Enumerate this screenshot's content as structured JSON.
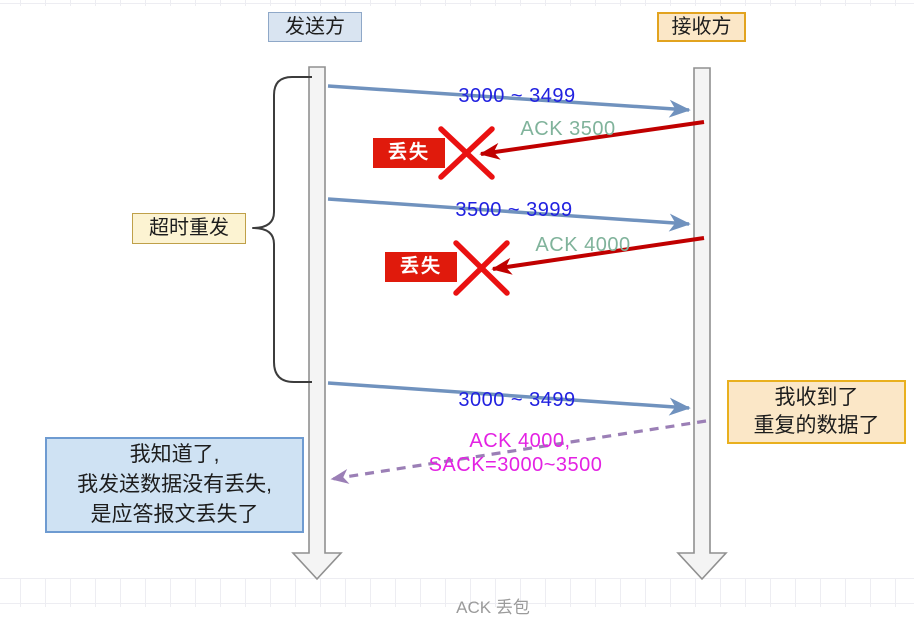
{
  "diagram": {
    "caption_bottom": "ACK 丢包",
    "actors": {
      "sender": "发送方",
      "receiver": "接收方"
    },
    "timeout_label": "超时重发",
    "messages": {
      "seg1": "3000 ~ 3499",
      "ack1": "ACK 3500",
      "lost1": "丢失",
      "seg2": "3500 ~ 3999",
      "ack2": "ACK 4000",
      "lost2": "丢失",
      "seg3": "3000 ~ 3499",
      "sack_line1": "ACK 4000,",
      "sack_line2": "SACK=3000~3500"
    },
    "notes": {
      "receiver_line1": "我收到了",
      "receiver_line2": "重复的数据了",
      "sender_line1": "我知道了,",
      "sender_line2": "我发送数据没有丢失,",
      "sender_line3": "是应答报文丢失了"
    },
    "colors": {
      "segment_text": "#2121e0",
      "ack_text": "#80b39b",
      "sack_text": "#e322e3",
      "data_arrow": "#7092be",
      "ack_arrow": "#c00000",
      "sack_arrow": "#9b7fb6",
      "lost_badge_bg": "#e01a0c",
      "lost_cross": "#ea1111",
      "sender_box_bg": "#d9e4f1",
      "receiver_box_bg": "#fbe7c7",
      "timeout_box_bg": "#fcf3d2",
      "sender_note_bg": "#cfe2f3",
      "receiver_note_bg": "#fbe7c7",
      "lifeline_fill": "#f4f4f4"
    }
  }
}
